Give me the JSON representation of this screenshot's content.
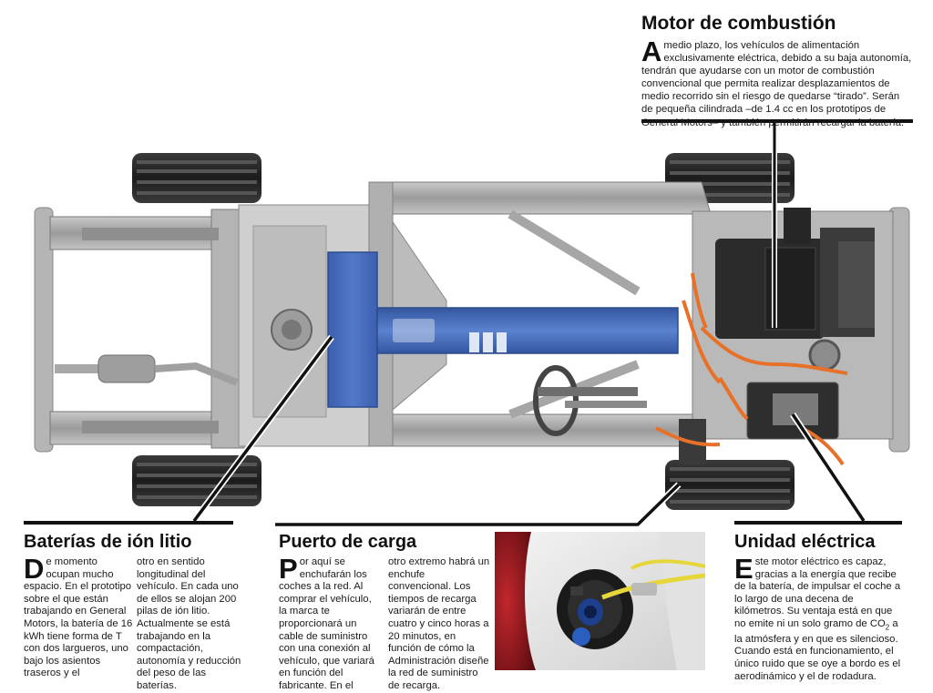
{
  "sections": {
    "motor": {
      "title": "Motor de combustión",
      "dropcap": "A",
      "text": "medio plazo, los vehículos de alimentación exclusivamente eléctrica, debido a su baja autonomía, tendrán que ayudarse con un motor de combustión convencional que permita realizar desplazamientos de medio recorrido sin el riesgo de quedarse “tirado”. Serán de pequeña cilindrada –de 1.4 cc en los prototipos de General Motors– y también permitirán recargar la batería."
    },
    "baterias": {
      "title": "Baterías de ión litio",
      "dropcap": "D",
      "col1": "e momento ocupan mucho espacio. En el prototipo sobre el que están trabajando en General Motors, la batería de 16 kWh tiene forma de T con dos largueros, uno bajo los asientos traseros y el",
      "col2": "otro en sentido longitudinal del vehículo. En cada uno de ellos se alojan 200 pilas de ión litio. Actualmente se está trabajando en la compactación, autonomía y reducción del peso de las baterías."
    },
    "puerto": {
      "title": "Puerto de carga",
      "dropcap": "P",
      "col1": "or aquí se enchufarán los coches a la red. Al comprar el vehículo, la marca te proporcionará un cable de suministro con una conexión al vehículo, que variará en función del fabricante. En el",
      "col2": "otro extremo habrá un enchufe convencional. Los tiempos de recarga variarán de entre cuatro y cinco horas a 20 minutos, en función de cómo la Administración diseñe la red de suministro de recarga."
    },
    "unidad": {
      "title": "Unidad eléctrica",
      "dropcap": "E",
      "text_before_sub": "ste motor eléctrico es capaz, gracias a la energía que recibe de la batería, de impulsar el coche a lo largo de una decena de kilómetros. Su ventaja está en que no emite ni un solo gramo de CO",
      "sub": "2",
      "text_after_sub": " a la atmósfera y en que es silencioso. Cuando está en funcionamiento, el único ruido que se oye a bordo es el aerodinámico y el de rodadura."
    }
  },
  "colors": {
    "battery": "#3f66b8",
    "cable": "#e8712a",
    "frame": "#9a9a9a",
    "rule": "#111111"
  }
}
